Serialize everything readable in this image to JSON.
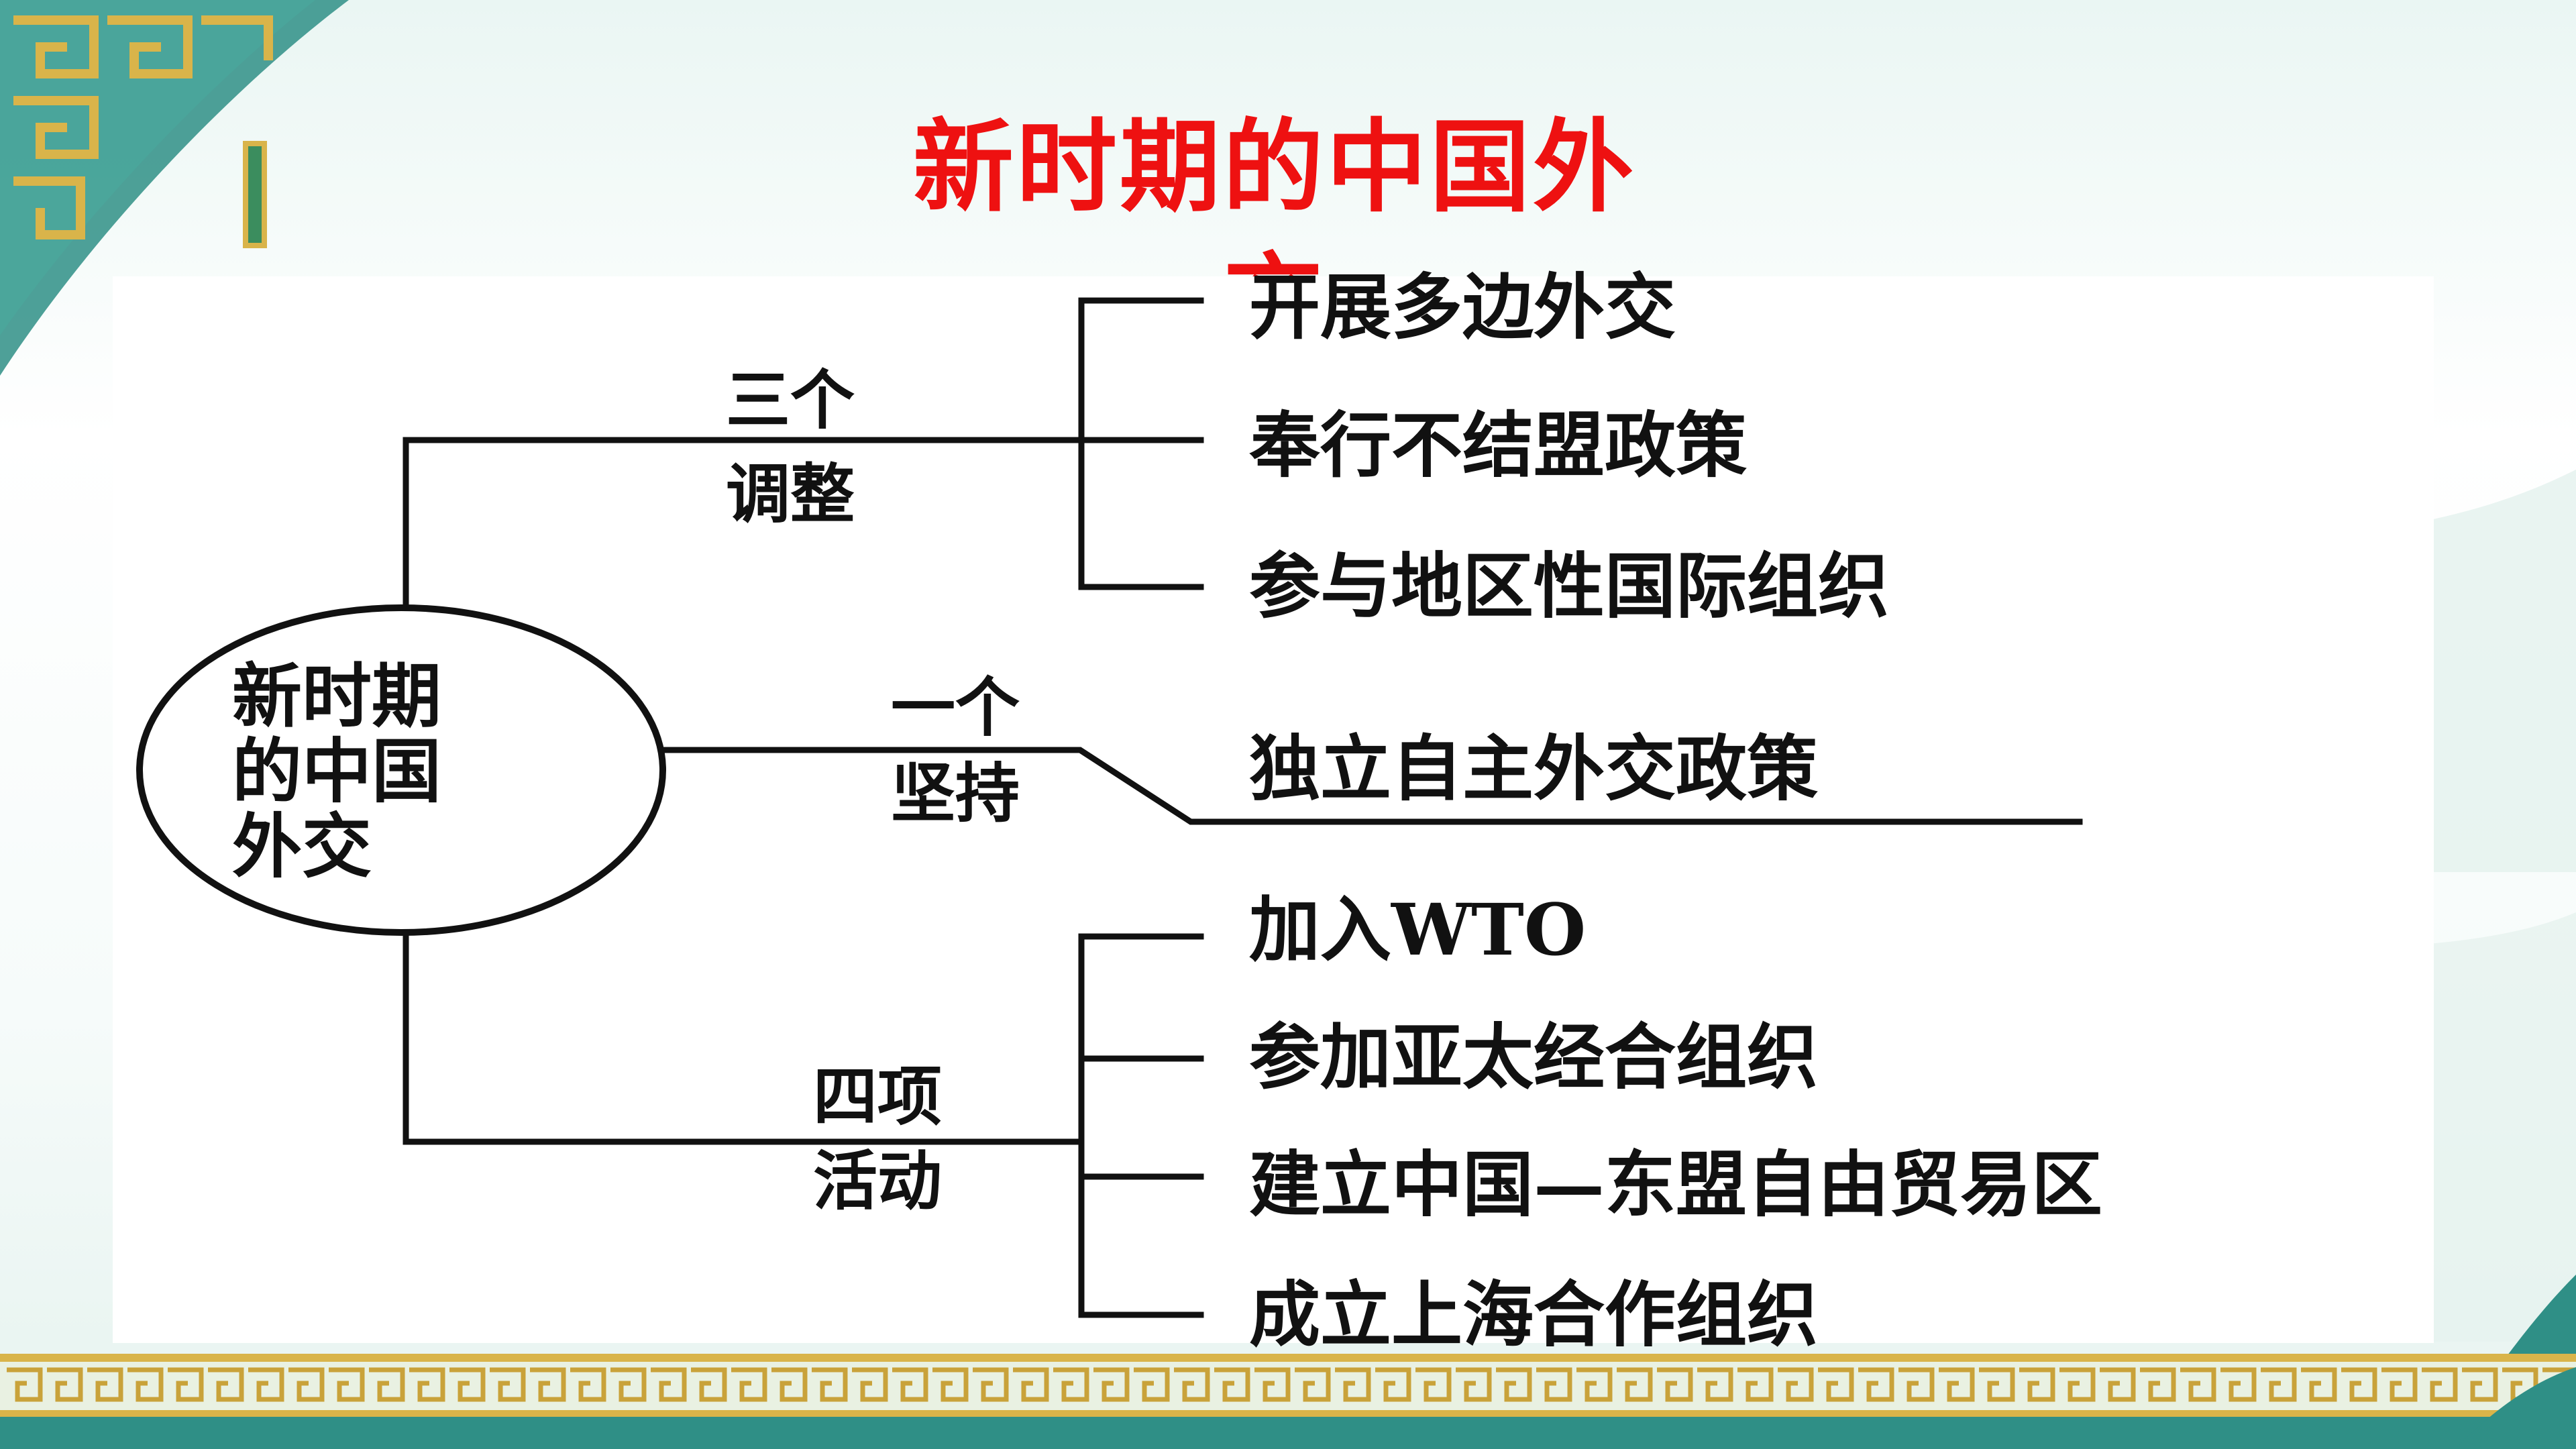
{
  "slide": {
    "title": "新时期的中国外交"
  },
  "diagram": {
    "center": {
      "lines": [
        "新时期",
        "的中国",
        "外交"
      ]
    },
    "branches": [
      {
        "label_lines": [
          "三个",
          "调整"
        ],
        "leaves": [
          "开展多边外交",
          "奉行不结盟政策",
          "参与地区性国际组织"
        ]
      },
      {
        "label_lines": [
          "一个",
          "坚持"
        ],
        "leaves": [
          "独立自主外交政策"
        ]
      },
      {
        "label_lines": [
          "四项",
          "活动"
        ],
        "leaves": [
          "加入WTO",
          "参加亚太经合组织",
          "建立中国—东盟自由贸易区",
          "成立上海合作组织"
        ]
      }
    ]
  },
  "colors": {
    "title": "#ee1111",
    "border_gold": "#c9a23a",
    "border_teal": "#2f8f86"
  }
}
